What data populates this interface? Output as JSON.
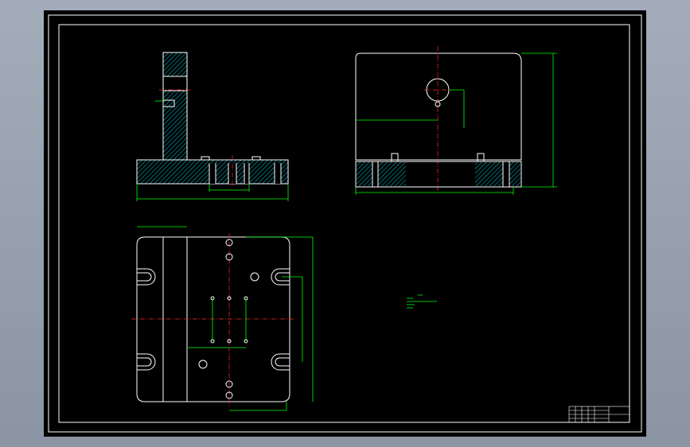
{
  "drawing": {
    "background": "#000000",
    "line_color": "#ffffff",
    "dimension_color": "#00ff00",
    "centerline_color": "#ff2a2a",
    "views": [
      "front-section-view",
      "side-view",
      "top-view"
    ]
  }
}
